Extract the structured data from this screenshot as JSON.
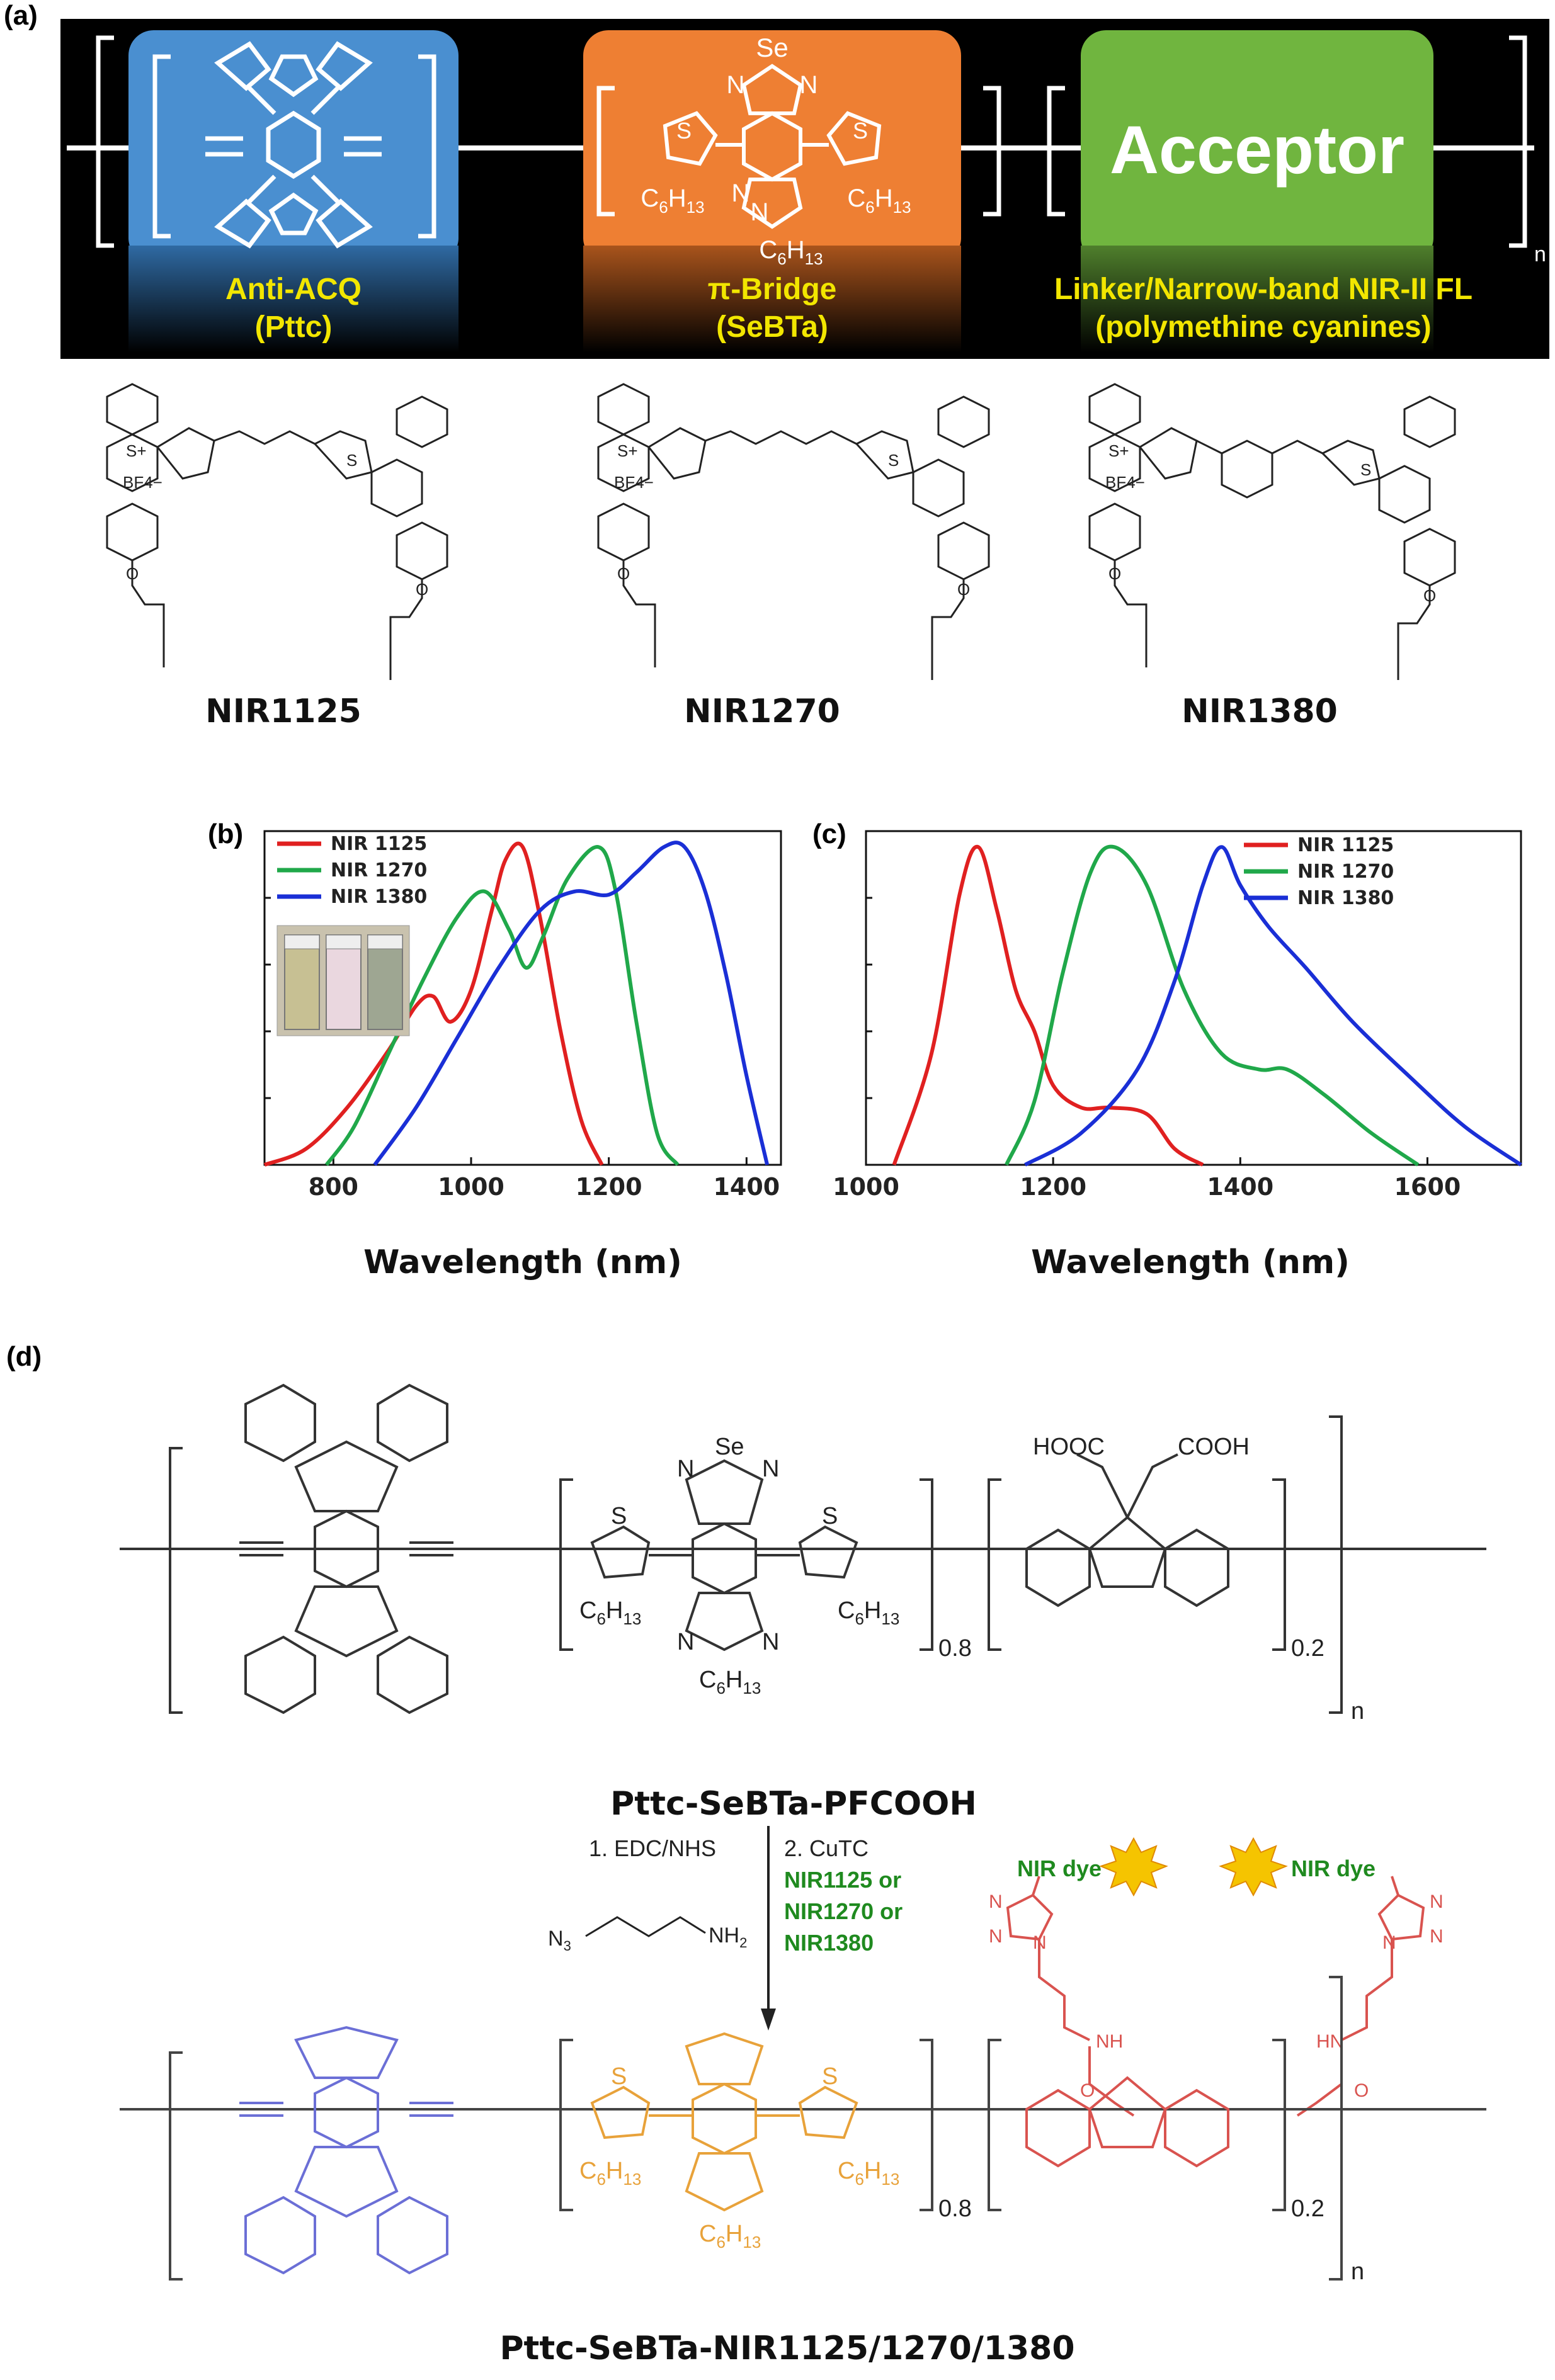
{
  "panel_labels": {
    "a": "(a)",
    "b": "(b)",
    "c": "(c)",
    "d": "(d)"
  },
  "banner": {
    "block1": {
      "label": "Anti-ACQ",
      "sub": "(Pttc)"
    },
    "block2": {
      "label": "π-Bridge",
      "sub": "(SeBTa)",
      "atoms": [
        "Se",
        "N",
        "N",
        "N",
        "N",
        "C6H13",
        "C6H13",
        "C6H13",
        "S",
        "S"
      ]
    },
    "block3": {
      "title": "Acceptor",
      "label": "Linker/Narrow-band NIR-II FL",
      "sub": "(polymethine cyanines)"
    },
    "repeat_n": "n",
    "colors": {
      "blue": "#3f86c9",
      "orange": "#e8792b",
      "green": "#6cb33f",
      "yellow_text": "#f2e600",
      "bg": "#000000"
    }
  },
  "dyes": [
    {
      "name": "NIR1125",
      "counterion": "BF4−",
      "s_plus": "S+",
      "s": "S",
      "o": "O"
    },
    {
      "name": "NIR1270",
      "counterion": "BF4−",
      "s_plus": "S+",
      "s": "S",
      "o": "O"
    },
    {
      "name": "NIR1380",
      "counterion": "BF4−",
      "s_plus": "S+",
      "s": "S",
      "o": "O"
    }
  ],
  "chart_data": [
    {
      "type": "line",
      "panel": "(b)",
      "xlabel": "Wavelength (nm)",
      "ylabel": "",
      "xlim": [
        700,
        1450
      ],
      "ylim": [
        0,
        1.05
      ],
      "xticks": [
        800,
        1000,
        1200,
        1400
      ],
      "series": [
        {
          "name": "NIR 1125",
          "color": "#e02020",
          "x": [
            700,
            760,
            820,
            880,
            920,
            945,
            970,
            1000,
            1030,
            1050,
            1075,
            1100,
            1130,
            1160,
            1190
          ],
          "y": [
            0.0,
            0.05,
            0.18,
            0.36,
            0.5,
            0.53,
            0.45,
            0.55,
            0.8,
            0.96,
            1.0,
            0.78,
            0.42,
            0.14,
            0.0
          ]
        },
        {
          "name": "NIR 1270",
          "color": "#20a84a",
          "x": [
            790,
            830,
            880,
            930,
            980,
            1020,
            1055,
            1080,
            1105,
            1140,
            1185,
            1210,
            1240,
            1270,
            1300
          ],
          "y": [
            0.0,
            0.12,
            0.35,
            0.58,
            0.78,
            0.86,
            0.74,
            0.62,
            0.72,
            0.9,
            1.0,
            0.86,
            0.45,
            0.1,
            0.0
          ]
        },
        {
          "name": "NIR 1380",
          "color": "#1a2fd6",
          "x": [
            860,
            920,
            980,
            1040,
            1100,
            1150,
            1200,
            1240,
            1280,
            1310,
            1340,
            1370,
            1400,
            1430
          ],
          "y": [
            0.0,
            0.18,
            0.4,
            0.62,
            0.8,
            0.86,
            0.85,
            0.92,
            1.0,
            1.0,
            0.86,
            0.6,
            0.28,
            0.0
          ]
        }
      ],
      "legend_position": "top-left",
      "inset": "photo of three vials (pale yellow, pale pink, grey-green)"
    },
    {
      "type": "line",
      "panel": "(c)",
      "xlabel": "Wavelength (nm)",
      "ylabel": "",
      "xlim": [
        1000,
        1700
      ],
      "ylim": [
        0,
        1.05
      ],
      "xticks": [
        1000,
        1200,
        1400,
        1600
      ],
      "series": [
        {
          "name": "NIR 1125",
          "color": "#e02020",
          "x": [
            1030,
            1070,
            1100,
            1120,
            1140,
            1160,
            1180,
            1200,
            1230,
            1260,
            1300,
            1330,
            1360
          ],
          "y": [
            0.0,
            0.35,
            0.85,
            1.0,
            0.8,
            0.55,
            0.42,
            0.25,
            0.18,
            0.18,
            0.16,
            0.05,
            0.0
          ]
        },
        {
          "name": "NIR 1270",
          "color": "#20a84a",
          "x": [
            1150,
            1180,
            1210,
            1240,
            1265,
            1300,
            1340,
            1380,
            1420,
            1450,
            1490,
            1540,
            1590
          ],
          "y": [
            0.0,
            0.2,
            0.6,
            0.92,
            1.0,
            0.88,
            0.55,
            0.35,
            0.3,
            0.3,
            0.22,
            0.1,
            0.0
          ]
        },
        {
          "name": "NIR 1380",
          "color": "#1a2fd6",
          "x": [
            1170,
            1230,
            1290,
            1330,
            1360,
            1380,
            1400,
            1430,
            1470,
            1520,
            1580,
            1640,
            1700
          ],
          "y": [
            0.0,
            0.1,
            0.3,
            0.58,
            0.88,
            1.0,
            0.88,
            0.75,
            0.62,
            0.45,
            0.28,
            0.12,
            0.0
          ]
        }
      ],
      "legend_position": "top-right"
    }
  ],
  "polymer_top": {
    "name": "Pttc-SeBTa-PFCOOH",
    "labels": {
      "se": "Se",
      "n": "N",
      "s": "S",
      "hooc": "HOOC",
      "cooh": "COOH",
      "c6h13": "C6H13",
      "x08": "0.8",
      "x02": "0.2",
      "n_rep": "n"
    }
  },
  "reaction": {
    "step1": "1. EDC/NHS",
    "step2": "2. CuTC",
    "reagents": [
      "NIR1125 or",
      "NIR1270 or",
      "NIR1380"
    ],
    "azide": {
      "n3": "N3",
      "nh2": "NH2"
    },
    "dye_label": "NIR dye",
    "amide": {
      "nh": "NH",
      "hn": "HN",
      "o": "O"
    }
  },
  "polymer_bottom": {
    "name": "Pttc-SeBTa-NIR1125/1270/1380",
    "colors": {
      "pttc": "#6b6fd6",
      "sebta": "#e8a23a",
      "fluorene": "#d9534f",
      "reagent_green": "#1f8a1f"
    }
  }
}
